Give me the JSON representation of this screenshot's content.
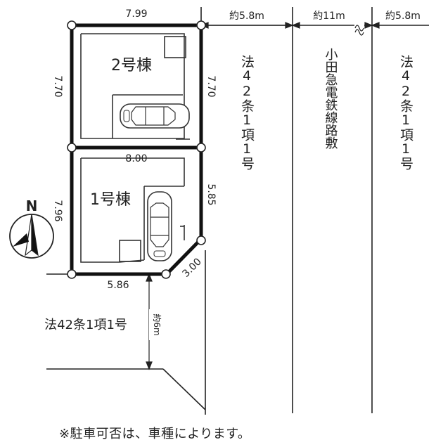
{
  "dimensions": {
    "top_width": "7.99",
    "middle_width": "8.00",
    "bottom_width": "5.86",
    "left_upper": "7.70",
    "right_upper": "7.70",
    "left_lower": "7.96",
    "right_lower": "5.85",
    "corner_cut": "3.00"
  },
  "buildings": {
    "upper": "2号棟",
    "lower": "1号棟"
  },
  "road_widths": {
    "east_road_1": "約5.8m",
    "railway": "約11m",
    "east_road_2": "約5.8m",
    "south_road": "約6m"
  },
  "labels": {
    "road_east_1": "法42条1項1号",
    "railway": "小田急電鉄線路敷",
    "road_east_2": "法42条1項1号",
    "road_south": "法42条1項1号",
    "north": "N"
  },
  "footnote": "※駐車可否は、車種によります。",
  "icons": [
    "car-icon",
    "car-icon",
    "compass-icon"
  ]
}
